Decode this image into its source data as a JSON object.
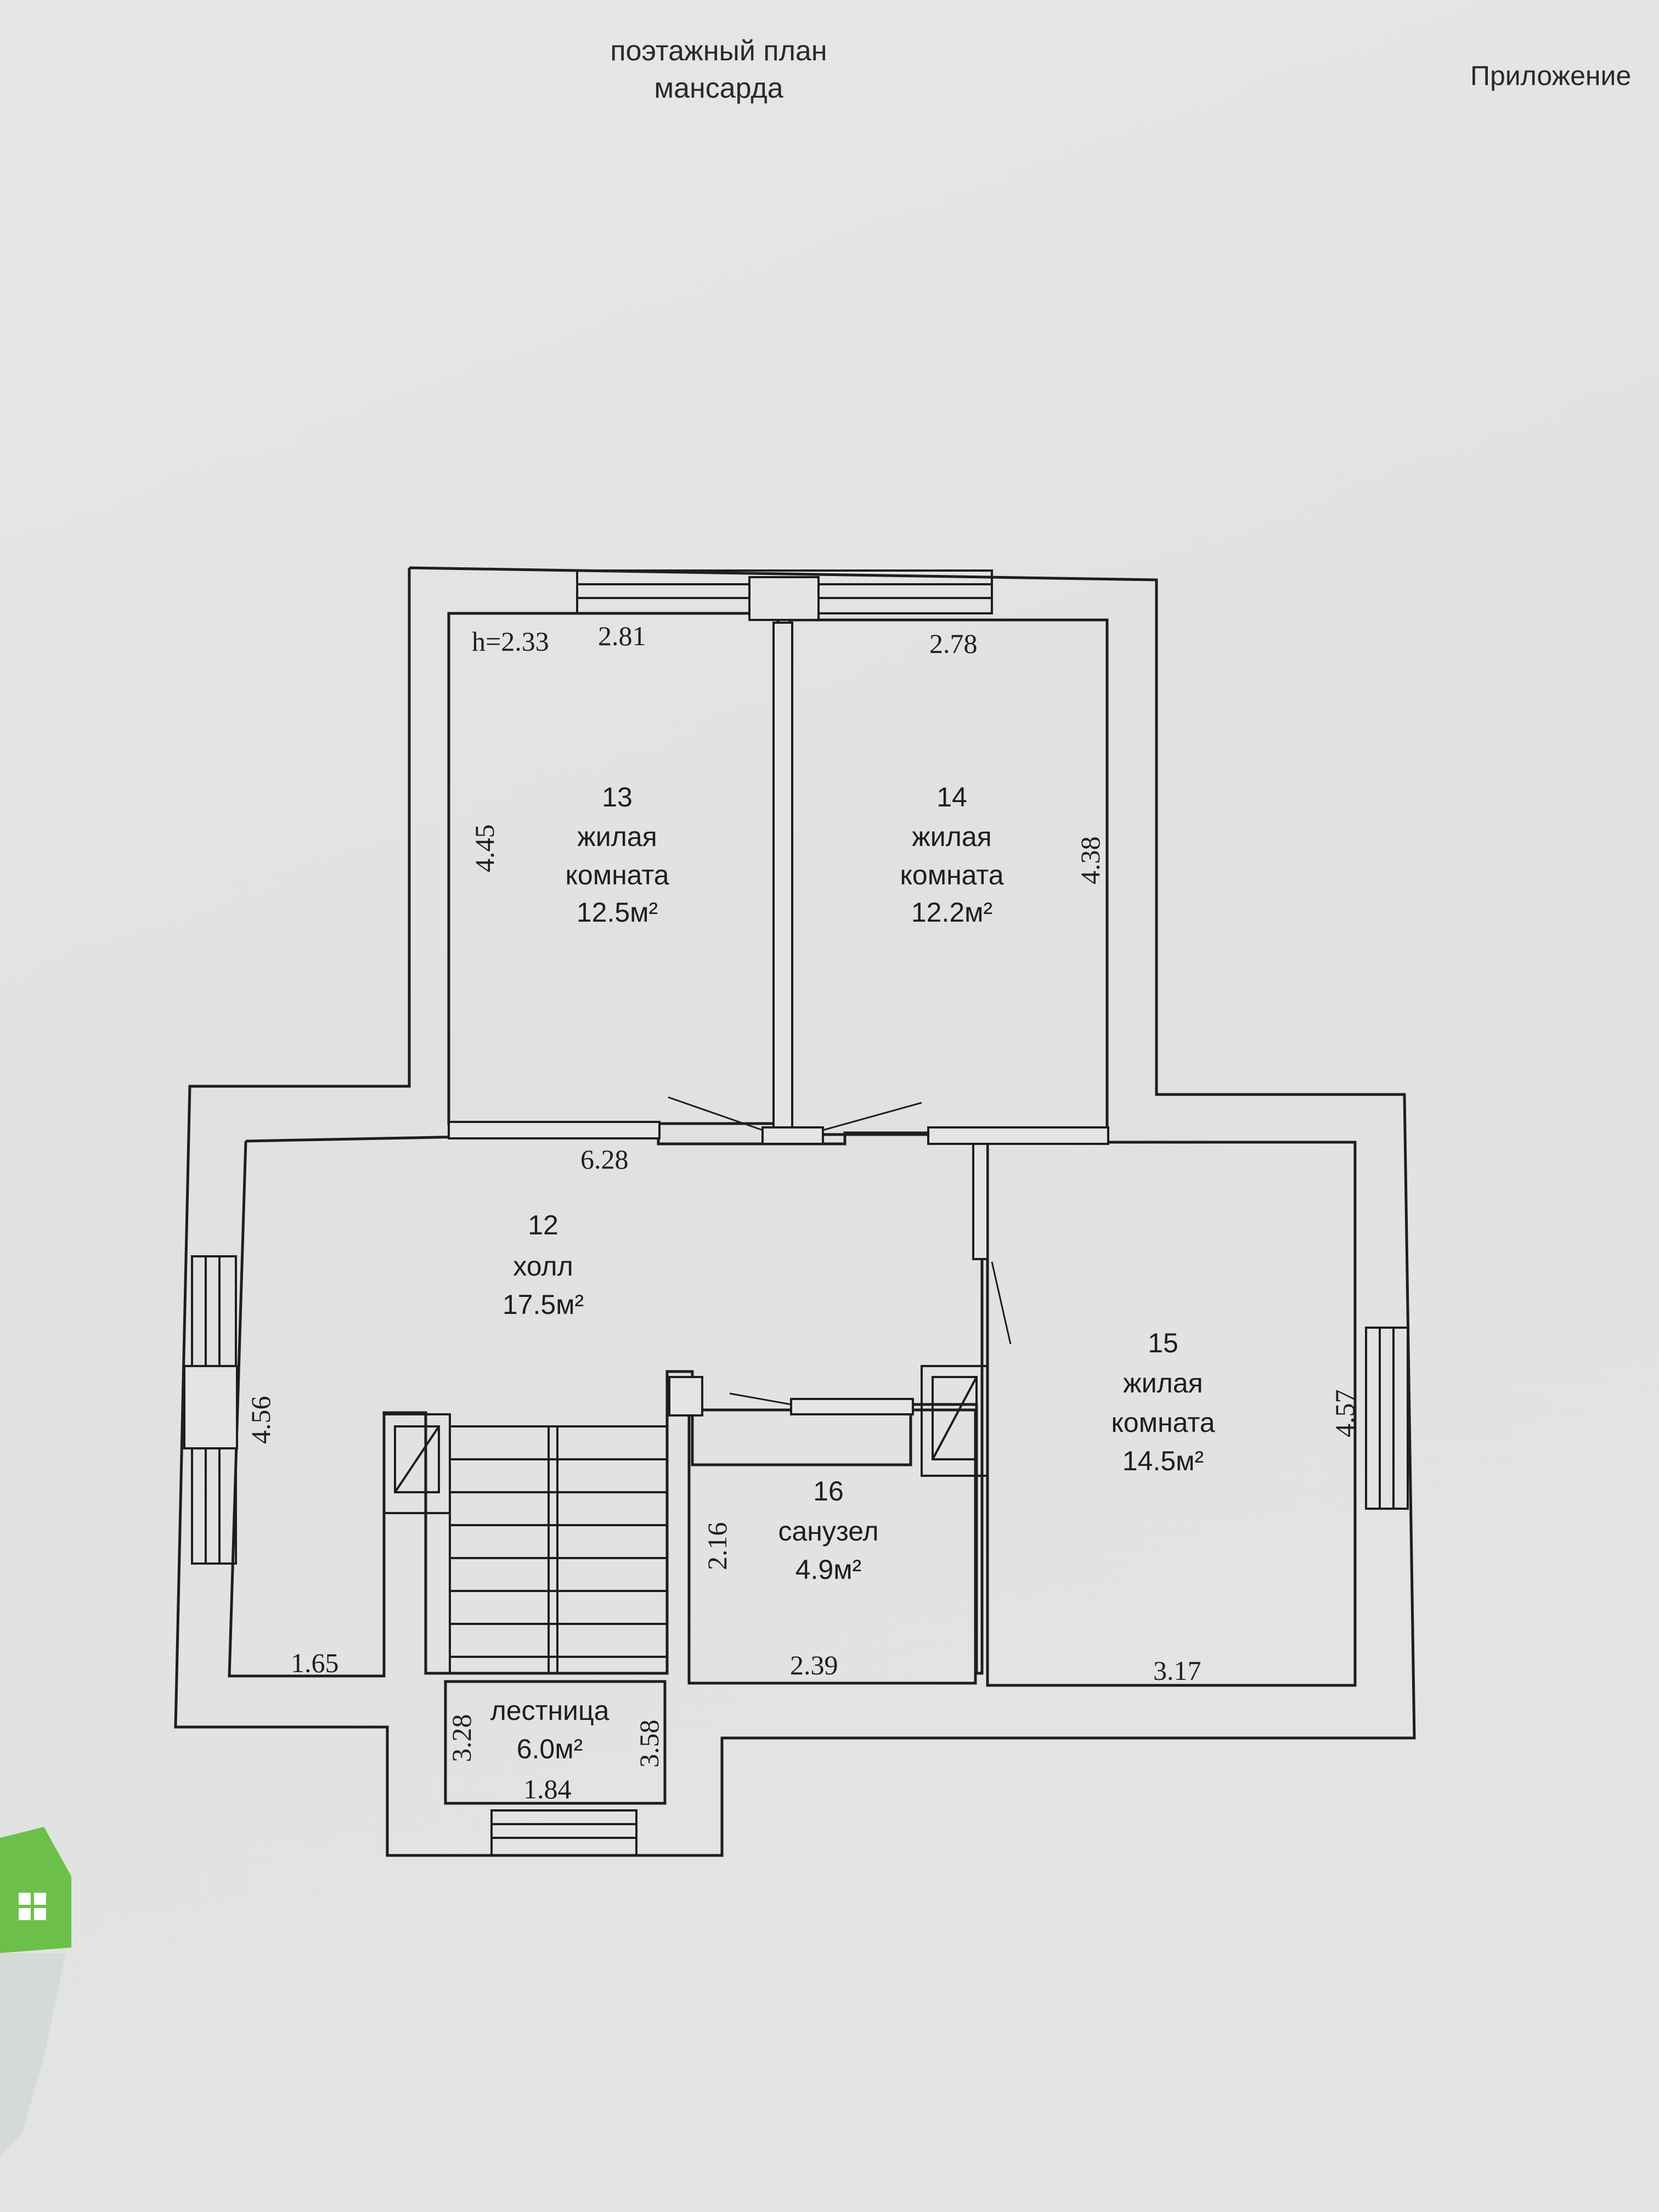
{
  "header": {
    "title_line1": "поэтажный план",
    "title_line2": "мансарда",
    "appendix": "Приложение"
  },
  "plan": {
    "height_label": "h=2.33",
    "rooms": [
      {
        "number": "13",
        "name_line1": "жилая",
        "name_line2": "комната",
        "area": "12.5м²"
      },
      {
        "number": "14",
        "name_line1": "жилая",
        "name_line2": "комната",
        "area": "12.2м²"
      },
      {
        "number": "12",
        "name": "холл",
        "area": "17.5м²"
      },
      {
        "number": "15",
        "name_line1": "жилая",
        "name_line2": "комната",
        "area": "14.5м²"
      },
      {
        "number": "16",
        "name": "санузел",
        "area": "4.9м²"
      },
      {
        "name": "лестница",
        "area": "6.0м²"
      }
    ],
    "dimensions": {
      "r13_width": "2.81",
      "r14_width": "2.78",
      "r13_height": "4.45",
      "r14_height": "4.38",
      "hall_width": "6.28",
      "hall_height": "4.56",
      "hall_bottom": "1.65",
      "r15_height": "4.57",
      "r15_width": "3.17",
      "bath_height": "2.16",
      "bath_width": "2.39",
      "stair_left": "3.28",
      "stair_right": "3.58",
      "stair_width": "1.84"
    }
  },
  "colors": {
    "line": "#1e1e1e",
    "paper": "#e3e5e3",
    "watermark": "#6cc04a"
  }
}
